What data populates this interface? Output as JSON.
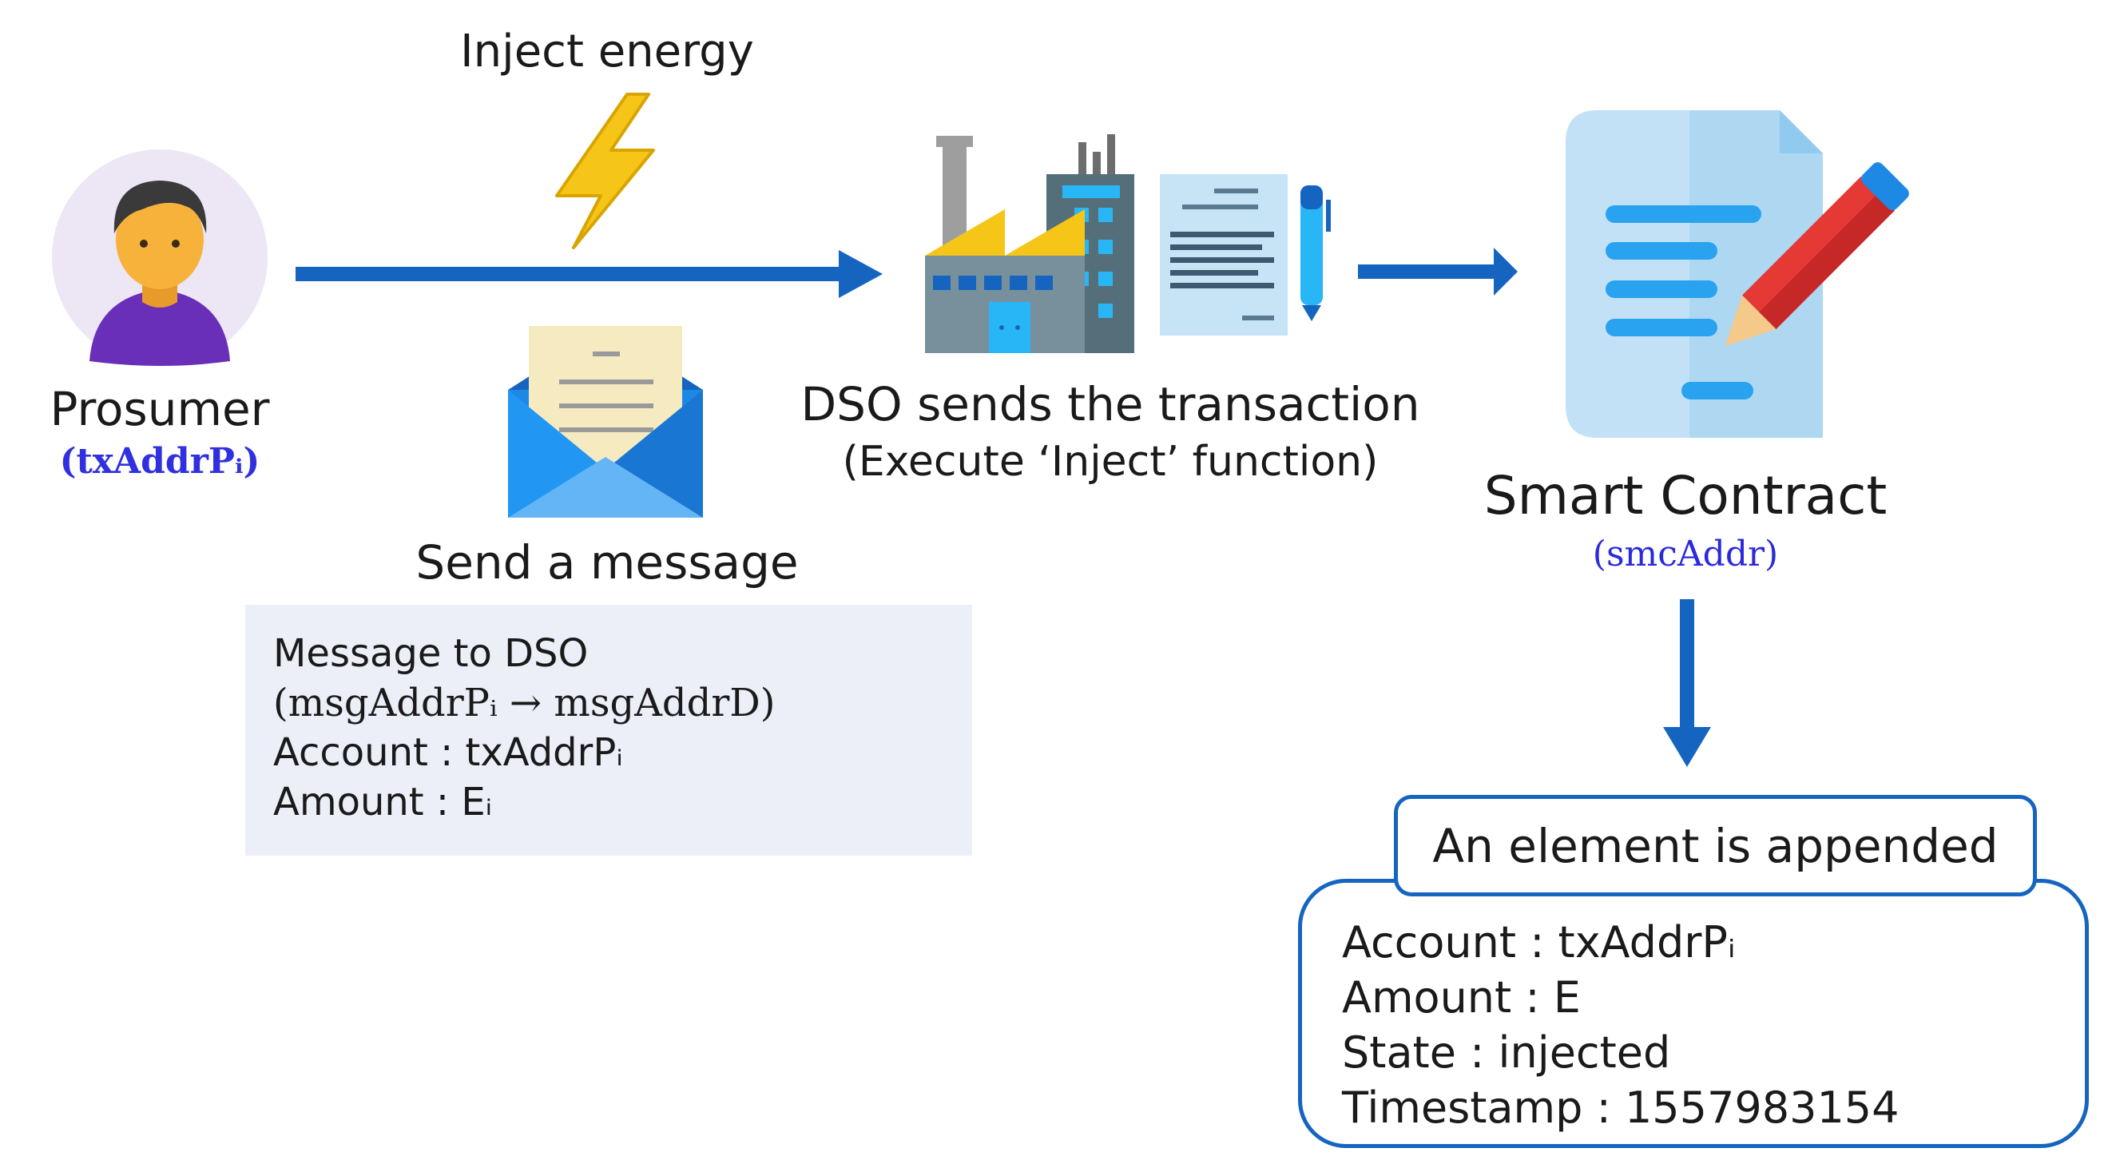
{
  "prosumer": {
    "label": "Prosumer",
    "address": "(txAddrPᵢ)"
  },
  "inject_energy": {
    "label": "Inject energy"
  },
  "send_message": {
    "label": "Send a message"
  },
  "message_box": {
    "title": "Message to DSO",
    "route": "(msgAddrPᵢ → msgAddrD)",
    "account": "Account : txAddrPᵢ",
    "amount": "Amount : Eᵢ"
  },
  "dso": {
    "line1": "DSO sends the transaction",
    "line2": "(Execute ‘Inject’ function)"
  },
  "smart_contract": {
    "label": "Smart Contract",
    "address": "(smcAddr)"
  },
  "element": {
    "header": "An element is appended",
    "account": "Account : txAddrPᵢ",
    "amount": "Amount : E",
    "state": "State : injected",
    "timestamp": "Timestamp : 1557983154"
  },
  "colors": {
    "arrow": "#1565c0",
    "address_text": "#2a2adc",
    "message_bg": "#eceef8"
  },
  "icons": [
    "person-avatar-icon",
    "lightning-bolt-icon",
    "envelope-letter-icon",
    "factory-icon",
    "document-pen-icon",
    "contract-document-pencil-icon"
  ]
}
